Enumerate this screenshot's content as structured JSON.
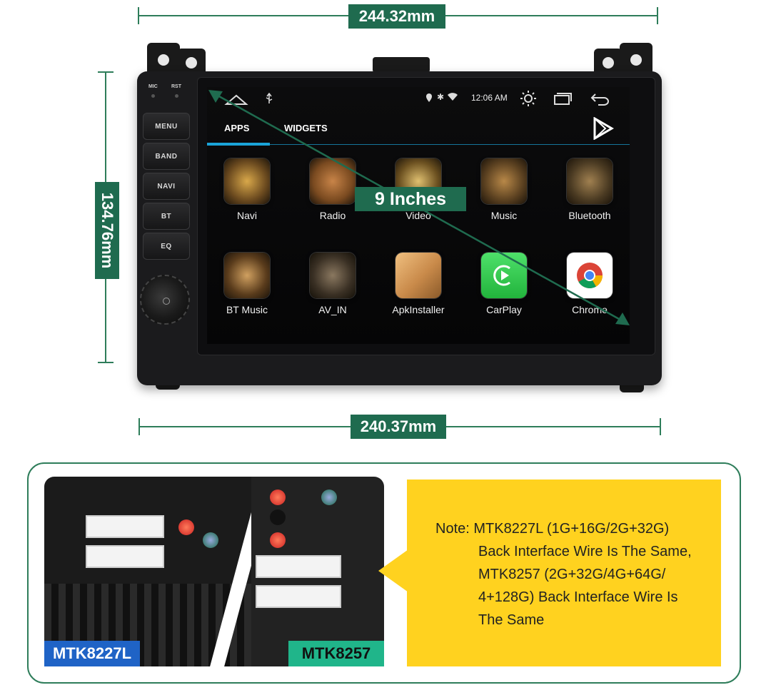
{
  "dimensions": {
    "top_width": "244.32mm",
    "bottom_width": "240.37mm",
    "height": "134.76mm",
    "diagonal": "9 Inches"
  },
  "head_unit": {
    "top_labels": [
      "MIC",
      "RST"
    ],
    "buttons": [
      "MENU",
      "BAND",
      "NAVI",
      "BT",
      "EQ"
    ]
  },
  "screen": {
    "status": {
      "time": "12:06 AM"
    },
    "tabs": [
      "APPS",
      "WIDGETS"
    ],
    "apps": [
      {
        "label": "Navi",
        "icon": "navi-icon",
        "color": "#6b4a1f"
      },
      {
        "label": "Radio",
        "icon": "radio-icon",
        "color": "#7a4a20"
      },
      {
        "label": "Video",
        "icon": "video-icon",
        "color": "#6b5020"
      },
      {
        "label": "Music",
        "icon": "music-icon",
        "color": "#5a4020"
      },
      {
        "label": "Bluetooth",
        "icon": "bluetooth-icon",
        "color": "#4a3a22"
      },
      {
        "label": "BT Music",
        "icon": "bt-music-icon",
        "color": "#5a3c1c"
      },
      {
        "label": "AV_IN",
        "icon": "av-in-icon",
        "color": "#3a3024"
      },
      {
        "label": "ApkInstaller",
        "icon": "apk-installer-icon",
        "color": "#c98a4a"
      },
      {
        "label": "CarPlay",
        "icon": "carplay-icon",
        "color": "#2fc94b"
      },
      {
        "label": "Chrome",
        "icon": "chrome-icon",
        "color": "#ffffff"
      }
    ]
  },
  "models": {
    "left": {
      "name": "MTK8227L",
      "color": "#1f63c6"
    },
    "right": {
      "name": "MTK8257",
      "color": "#20b58a"
    }
  },
  "note": {
    "lines": [
      "Note: MTK8227L (1G+16G/2G+32G)",
      "Back Interface Wire Is The Same,",
      "MTK8257 (2G+32G/4G+64G/",
      "4+128G) Back Interface Wire Is",
      "The Same"
    ]
  },
  "colors": {
    "accent": "#1f6b4f",
    "note_bg": "#ffd21f",
    "tab_highlight": "#1aa3d8"
  }
}
